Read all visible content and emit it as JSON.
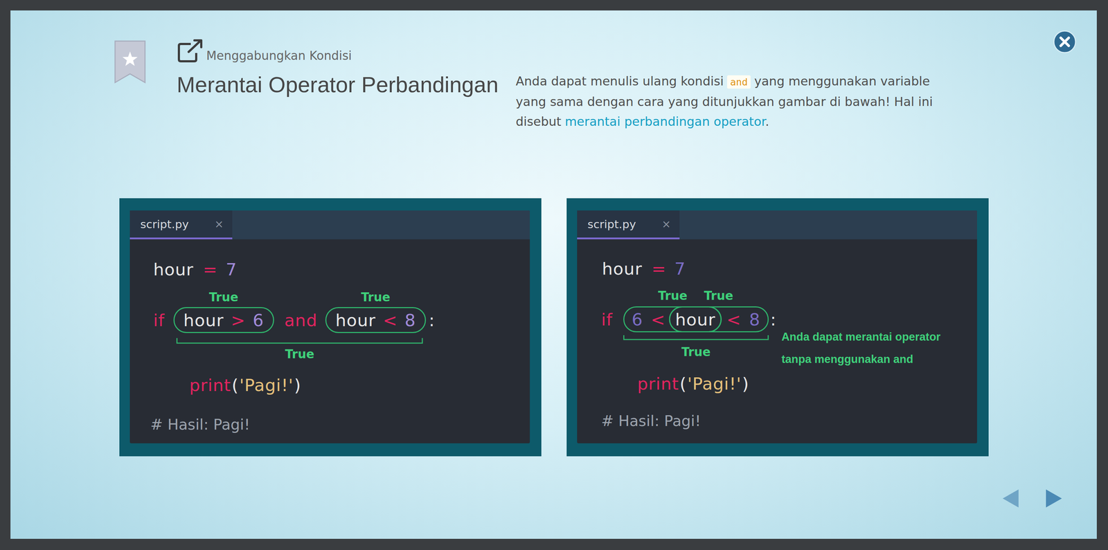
{
  "diagram": {
    "title": "Merantai Operator Perbandingan",
    "nodes": [
      {
        "text": [
          "script.py"
        ]
      },
      {
        "text": [
          "hour",
          ">",
          "6"
        ],
        "in": 0
      },
      {
        "text": [
          "hour",
          "<",
          "8"
        ],
        "in": 0
      },
      {
        "text": [
          "script.py"
        ]
      },
      {
        "text": [
          "hour"
        ],
        "in": 3
      }
    ],
    "labels": [
      "Menggabungkan Kondisi",
      "Anda dapat menulis ulang kondisi",
      "and",
      "yang menggunakan variable yang sama dengan cara yang ditunjukkan gambar di bawah! Hal ini disebut",
      "merantai perbandingan operator",
      ".",
      "×",
      "hour",
      "=",
      "7",
      "True",
      "True",
      "if",
      "and",
      ":",
      "True",
      "print",
      "(",
      "'Pagi!'",
      ")",
      "# Hasil: Pagi!",
      "×",
      "hour",
      "=",
      "7",
      "True",
      "True",
      "if",
      "6",
      "<",
      "<",
      "8",
      ":",
      "True",
      "Anda dapat merantai operator tanpa menggunakan and",
      "print",
      "(",
      "'Pagi!'",
      ")",
      "# Hasil: Pagi!"
    ]
  }
}
